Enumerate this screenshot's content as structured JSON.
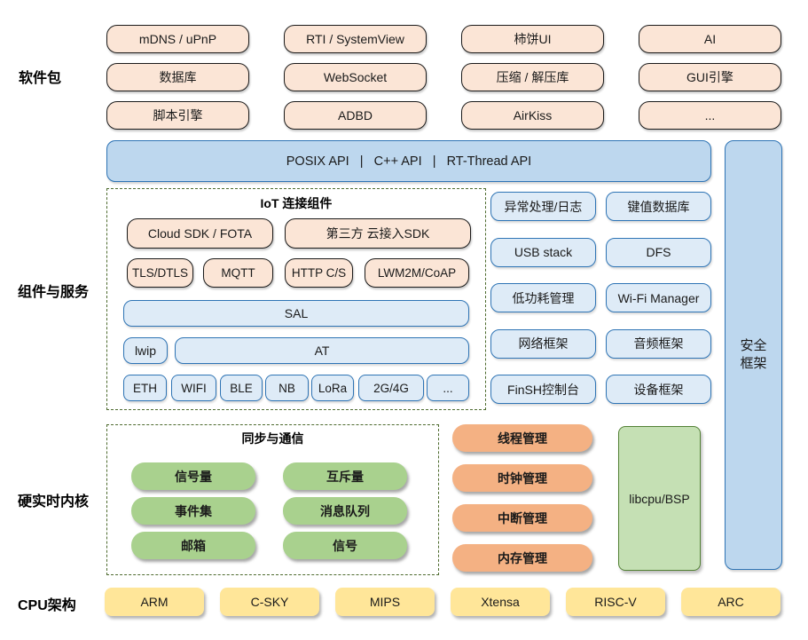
{
  "sections": {
    "packages_label": "软件包",
    "components_label": "组件与服务",
    "kernel_label": "硬实时内核",
    "cpu_label": "CPU架构"
  },
  "packages": {
    "boxes": [
      [
        "mDNS / uPnP",
        "RTI / SystemView",
        "柿饼UI",
        "AI"
      ],
      [
        "数据库",
        "WebSocket",
        "压缩 / 解压库",
        "GUI引擎"
      ],
      [
        "脚本引擎",
        "ADBD",
        "AirKiss",
        "..."
      ]
    ]
  },
  "api_bar": {
    "text": "POSIX API   |   C++ API   |   RT-Thread API"
  },
  "security": {
    "line1": "安全",
    "line2": "框架"
  },
  "iot": {
    "title": "IoT 连接组件",
    "cloud_sdk": "Cloud SDK / FOTA",
    "third_party_sdk": "第三方 云接入SDK",
    "protocols": [
      "TLS/DTLS",
      "MQTT",
      "HTTP C/S",
      "LWM2M/CoAP"
    ],
    "sal": "SAL",
    "lwip": "lwip",
    "at": "AT",
    "links": [
      "ETH",
      "WIFI",
      "BLE",
      "NB",
      "LoRa",
      "2G/4G",
      "..."
    ]
  },
  "services": {
    "items": [
      "异常处理/日志",
      "键值数据库",
      "USB stack",
      "DFS",
      "低功耗管理",
      "Wi-Fi Manager",
      "网络框架",
      "音频框架",
      "FinSH控制台",
      "设备框架"
    ]
  },
  "sync": {
    "title": "同步与通信",
    "items": [
      "信号量",
      "互斥量",
      "事件集",
      "消息队列",
      "邮箱",
      "信号"
    ]
  },
  "kernel": {
    "managers": [
      "线程管理",
      "时钟管理",
      "中断管理",
      "内存管理"
    ],
    "libcpu": "libcpu/BSP"
  },
  "cpu": {
    "items": [
      "ARM",
      "C-SKY",
      "MIPS",
      "Xtensa",
      "RISC-V",
      "ARC"
    ]
  },
  "colors": {
    "peach_fill": "#FBE5D6",
    "blue_bar_fill": "#BDD7EE",
    "blue_box_fill": "#DEEBF7",
    "blue_border": "#2E74B5",
    "green_pill_fill": "#A9D18E",
    "libcpu_fill": "#C5E0B4",
    "libcpu_border": "#538135",
    "orange_pill_fill": "#F4B183",
    "yellow_fill": "#FFE699",
    "dashed_border": "#4E6B2F"
  }
}
